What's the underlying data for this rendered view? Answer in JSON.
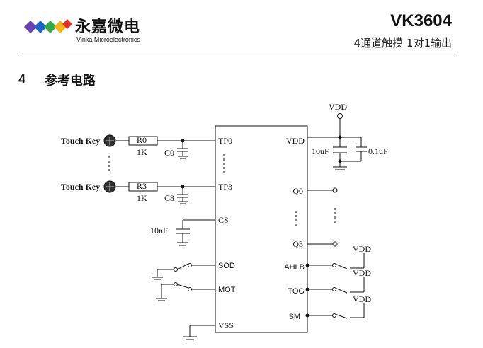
{
  "header": {
    "company_cn": "永嘉微电",
    "company_en": "Vinka Microelectronics",
    "part_number": "VK3604",
    "subtitle": "4通道触摸 1对1输出",
    "logo_colors": [
      "#6a3fb0",
      "#1d64c8",
      "#35a947",
      "#f2b418",
      "#e0302a"
    ]
  },
  "section": {
    "number": "4",
    "title": "参考电路"
  },
  "schematic": {
    "touch_key_1": "Touch Key",
    "touch_key_2": "Touch Key",
    "r0": "R0",
    "r0_value": "1K",
    "r3": "R3",
    "r3_value": "1K",
    "c0": "C0",
    "c3": "C3",
    "cs_cap": "10nF",
    "pin_tp0": "TP0",
    "pin_tp3": "TP3",
    "pin_cs": "CS",
    "pin_sod": "SOD",
    "pin_mot": "MOT",
    "pin_vss": "VSS",
    "pin_vdd": "VDD",
    "pin_q0": "Q0",
    "pin_q3": "Q3",
    "pin_ahlb": "AHLB",
    "pin_tog": "TOG",
    "pin_sm": "SM",
    "vdd_top": "VDD",
    "cap_10uf": "10uF",
    "cap_01uf": "0.1uF",
    "vdd_ahlb": "VDD",
    "vdd_tog": "VDD",
    "vdd_sm": "VDD"
  }
}
